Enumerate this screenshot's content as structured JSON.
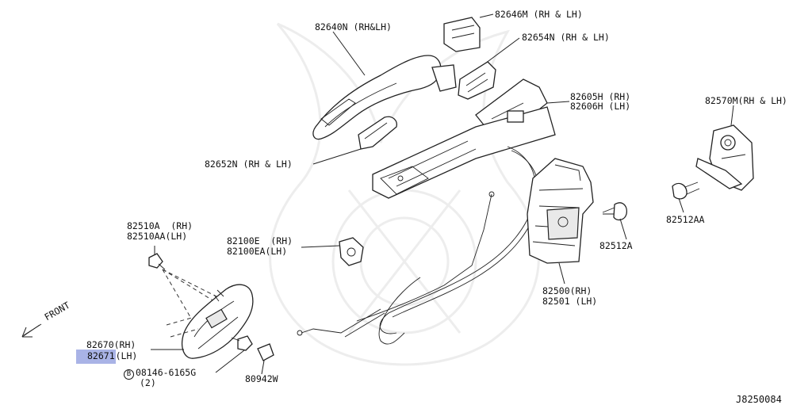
{
  "diagram_id": "J8250084",
  "front_label": "FRONT",
  "bolt_symbol": "B",
  "parts": [
    {
      "key": "p82640N",
      "label": "82640N (RH&LH)"
    },
    {
      "key": "p82646M",
      "label": "82646M (RH & LH)"
    },
    {
      "key": "p82654N",
      "label": "82654N (RH & LH)"
    },
    {
      "key": "p82605H",
      "label": "82605H (RH)"
    },
    {
      "key": "p82606H",
      "label": "82606H (LH)"
    },
    {
      "key": "p82570M",
      "label": "82570M(RH & LH)"
    },
    {
      "key": "p82652N",
      "label": "82652N (RH & LH)"
    },
    {
      "key": "p82512AA",
      "label": "82512AA"
    },
    {
      "key": "p82512A",
      "label": "82512A"
    },
    {
      "key": "p82510A",
      "label": "82510A  (RH)"
    },
    {
      "key": "p82510AA",
      "label": "82510AA(LH)"
    },
    {
      "key": "p82100E",
      "label": "82100E  (RH)"
    },
    {
      "key": "p82100EA",
      "label": "82100EA(LH)"
    },
    {
      "key": "p82500",
      "label": "82500(RH)"
    },
    {
      "key": "p82501",
      "label": "82501 (LH)"
    },
    {
      "key": "p82670",
      "label": "82670(RH)"
    },
    {
      "key": "p82671",
      "label": "82671",
      "suffix": "(LH)",
      "highlighted": true
    },
    {
      "key": "p08146",
      "label": "08146-6165G"
    },
    {
      "key": "p08146qty",
      "label": "(2)"
    },
    {
      "key": "p80942W",
      "label": "80942W"
    }
  ],
  "colors": {
    "highlight": "#a9b3e6",
    "line": "#222222"
  }
}
